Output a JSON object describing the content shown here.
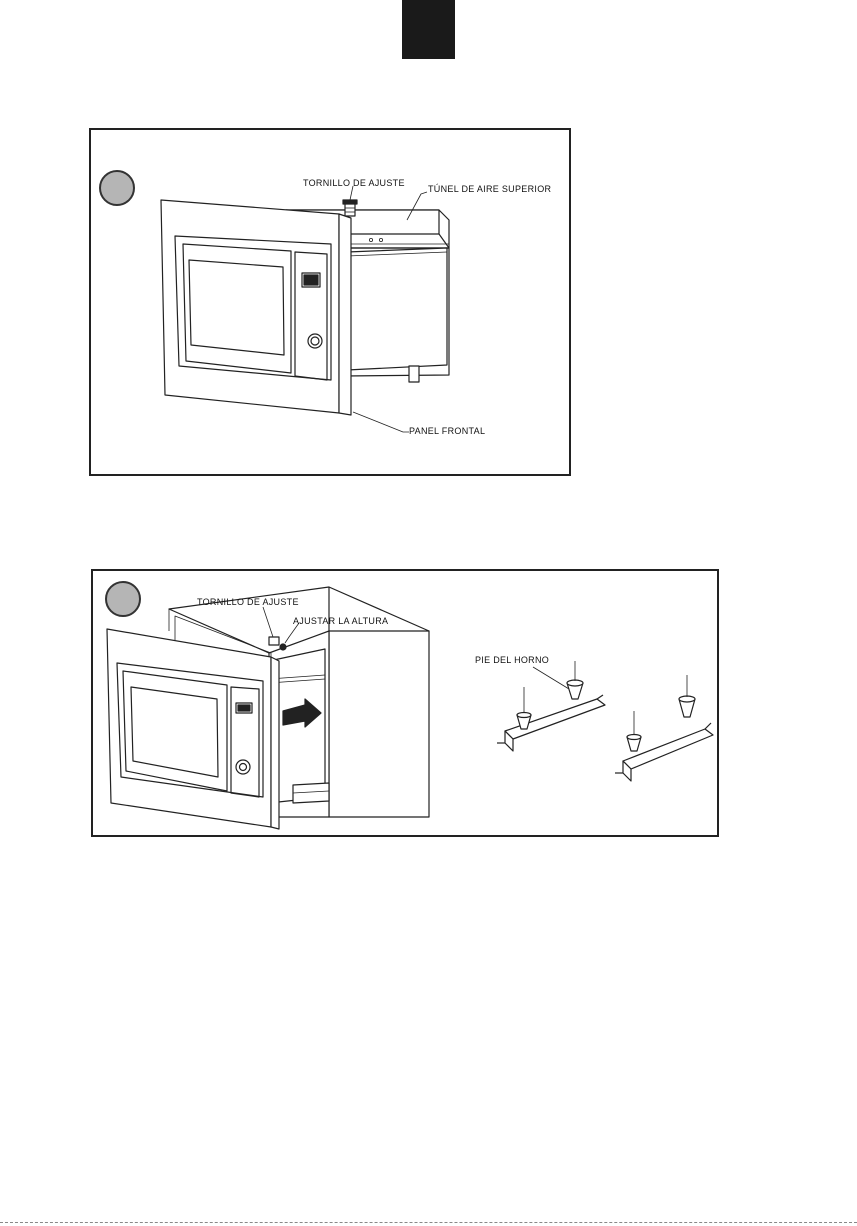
{
  "figure1": {
    "label_screw": "TORNILLO DE AJUSTE",
    "label_tunnel": "TÚNEL DE AIRE SUPERIOR",
    "label_panel": "PANEL FRONTAL"
  },
  "figure2": {
    "label_screw": "TORNILLO DE AJUSTE",
    "label_height": "AJUSTAR LA ALTURA",
    "label_foot": "PIE DEL HORNO"
  }
}
